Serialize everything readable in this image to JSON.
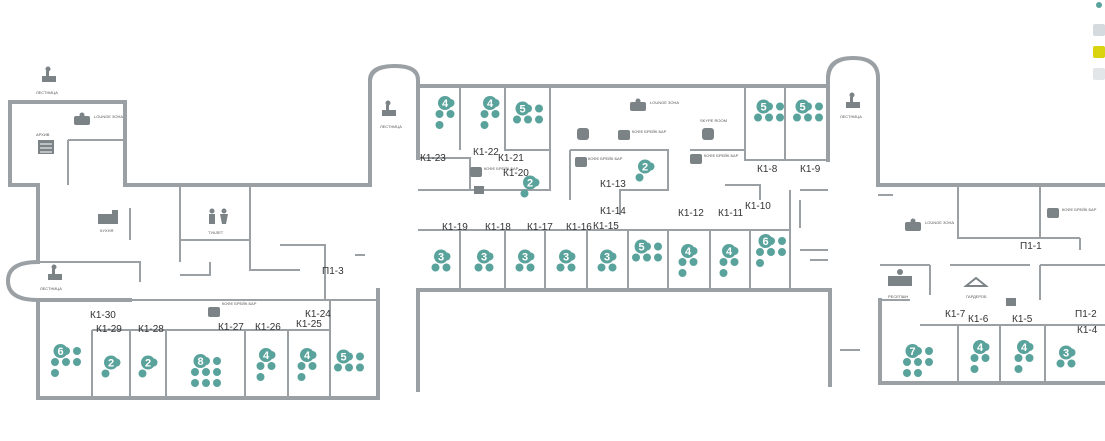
{
  "colors": {
    "wall": "#9aa0a4",
    "seat": "#5aa39c",
    "icon": "#7c8387",
    "legend_green": "#5aa39c",
    "legend_light": "#d4dadd",
    "legend_yellow": "#d9d40d",
    "legend_gray": "#e3e6e8"
  },
  "amenities": {
    "stairs": "ЛЕСТНИЦА",
    "lounge": "LOUNGE ЗОНА",
    "archive": "АРХИВ",
    "kitchen": "КУХНЯ",
    "toilet": "ТУАЛЕТ",
    "coffee": "КОФЕ БРЕЙК БАР",
    "reception": "РЕСЕПШН",
    "skype": "SKYPE ROOM",
    "printer": "ПРИНТЕР",
    "wardrobe": "ГАРДЕРОБ"
  },
  "rooms": {
    "k1_30": "К1-30",
    "k1_29": "К1-29",
    "k1_28": "К1-28",
    "k1_27": "К1-27",
    "k1_26": "К1-26",
    "k1_25": "К1-25",
    "k1_24": "К1-24",
    "p1_3": "П1-3",
    "k1_23": "К1-23",
    "k1_22": "К1-22",
    "k1_21": "К1-21",
    "k1_20": "К1-20",
    "k1_19": "К1-19",
    "k1_18": "К1-18",
    "k1_17": "К1-17",
    "k1_16": "К1-16",
    "k1_15": "К1-15",
    "k1_14": "К1-14",
    "k1_13": "К1-13",
    "k1_12": "К1-12",
    "k1_11": "К1-11",
    "k1_10": "К1-10",
    "k1_9": "К1-9",
    "k1_8": "К1-8",
    "p1_1": "П1-1",
    "k1_7": "К1-7",
    "k1_6": "К1-6",
    "k1_5": "К1-5",
    "k1_4": "К1-4",
    "p1_2": "П1-2"
  },
  "seats": {
    "k1_30": "6",
    "k1_29": "2",
    "k1_28": "2",
    "k1_27": "8",
    "k1_26": "4",
    "k1_25": "4",
    "k1_24": "5",
    "k1_23a": "4",
    "k1_23b": "4",
    "k1_21": "5",
    "k1_20": "2",
    "k1_13": "2",
    "k1_19": "3",
    "k1_18": "3",
    "k1_17": "3",
    "k1_16": "3",
    "k1_15": "3",
    "k1_14": "5",
    "k1_12": "4",
    "k1_11": "4",
    "k1_10": "6",
    "k1_8": "5",
    "k1_9": "5",
    "k1_7": "7",
    "k1_6": "4",
    "k1_5": "4",
    "k1_4": "3"
  }
}
